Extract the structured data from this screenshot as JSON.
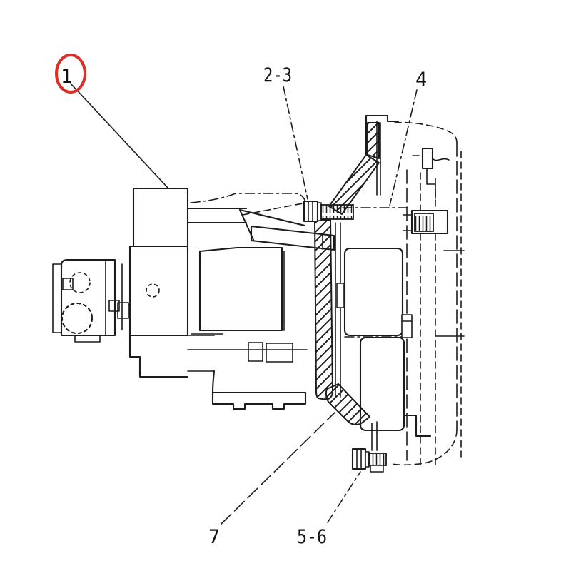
{
  "diagram": {
    "kind": "mechanical-parts-line-drawing",
    "background_color": "#ffffff",
    "line_color": "#1c1c1c",
    "highlight_color": "#d92f27",
    "callouts": [
      {
        "label": "1",
        "highlighted": true
      },
      {
        "label": "2-3",
        "highlighted": false
      },
      {
        "label": "4",
        "highlighted": false
      },
      {
        "label": "7",
        "highlighted": false
      },
      {
        "label": "5-6",
        "highlighted": false
      }
    ]
  }
}
